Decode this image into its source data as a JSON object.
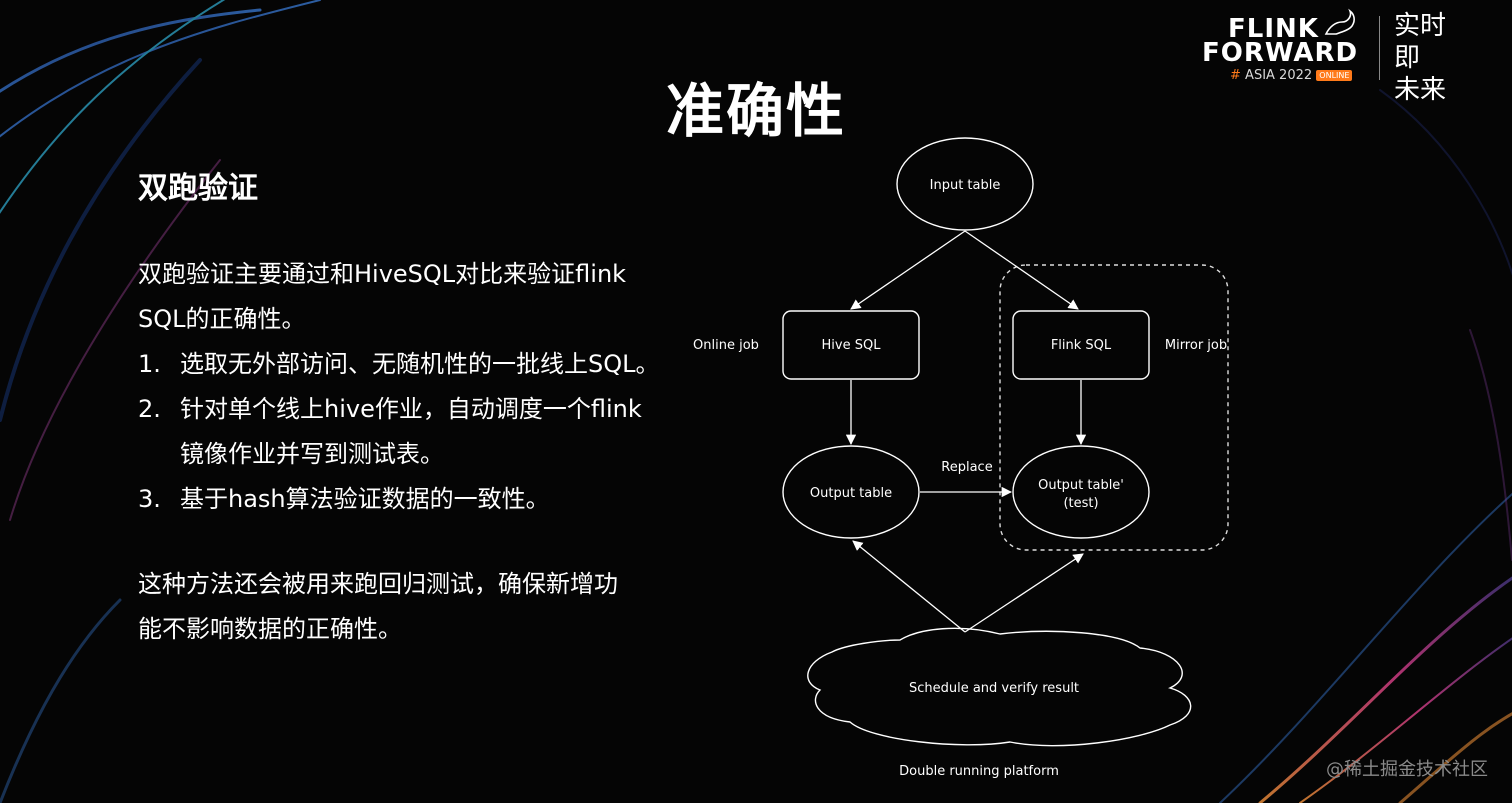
{
  "slide": {
    "title": "准确性",
    "section_heading": "双跑验证",
    "intro": [
      "双跑验证主要通过和HiveSQL对比来验证flink",
      "SQL的正确性。"
    ],
    "steps": [
      {
        "num": "1.",
        "lines": [
          "选取无外部访问、无随机性的一批线上SQL。"
        ]
      },
      {
        "num": "2.",
        "lines": [
          "针对单个线上hive作业，自动调度一个flink",
          "镜像作业并写到测试表。"
        ]
      },
      {
        "num": "3.",
        "lines": [
          "基于hash算法验证数据的一致性。"
        ]
      }
    ],
    "note": [
      "这种方法还会被用来跑回归测试，确保新增功",
      "能不影响数据的正确性。"
    ]
  },
  "logo": {
    "line1": "FLINK",
    "line2": "FORWARD",
    "hash": "#",
    "event": "ASIA 2022",
    "badge": "ONLINE",
    "chinese_line1": "实时即",
    "chinese_line2": "未来"
  },
  "diagram": {
    "input_table": "Input table",
    "online_job_label": "Online job",
    "hive_sql": "Hive SQL",
    "flink_sql": "Flink SQL",
    "mirror_job_label": "Mirror job",
    "output_table": "Output table",
    "replace_label": "Replace",
    "output_test_line1": "Output table'",
    "output_test_line2": "(test)",
    "schedule": "Schedule and verify result",
    "platform": "Double running platform"
  },
  "watermark": "@稀土掘金技术社区",
  "colors": {
    "background": "#050505",
    "text": "#ffffff",
    "accent": "#ff7a1a"
  }
}
